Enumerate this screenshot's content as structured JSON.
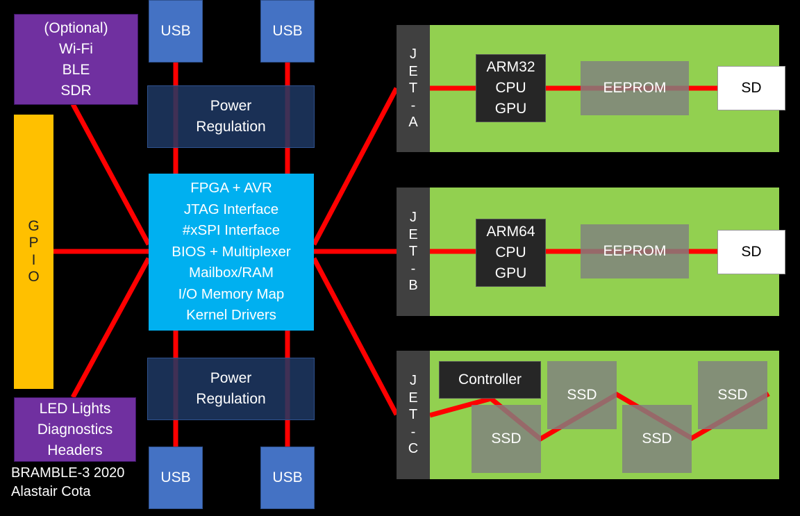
{
  "colors": {
    "background": "#000000",
    "link_line": "#ff0000",
    "purple": "#7030a0",
    "usb": "#4472c4",
    "power_regulation": "#1f3864",
    "fpga": "#00b0f0",
    "gpio": "#ffc000",
    "jet_board": "#92d050",
    "jet_header": "#404040",
    "chip": "#262626",
    "storage": "#808080"
  },
  "wireless": [
    "(Optional)",
    "Wi-Fi",
    "BLE",
    "SDR"
  ],
  "gpio": [
    "G",
    "P",
    "I",
    "O"
  ],
  "led": [
    "LED Lights",
    "Diagnostics",
    "Headers"
  ],
  "credit": [
    "BRAMBLE-3 2020",
    "Alastair Cota"
  ],
  "usb_label": "USB",
  "power": [
    "Power",
    "Regulation"
  ],
  "fpga": [
    "FPGA + AVR",
    "JTAG Interface",
    "#xSPI Interface",
    "BIOS + Multiplexer",
    "Mailbox/RAM",
    "I/O Memory Map",
    "Kernel Drivers"
  ],
  "jets": [
    {
      "header": [
        "J",
        "E",
        "T",
        "-",
        "A"
      ],
      "processor": [
        "ARM32",
        "CPU",
        "GPU"
      ],
      "eeprom": "EEPROM",
      "sd": "SD"
    },
    {
      "header": [
        "J",
        "E",
        "T",
        "-",
        "B"
      ],
      "processor": [
        "ARM64",
        "CPU",
        "GPU"
      ],
      "eeprom": "EEPROM",
      "sd": "SD"
    },
    {
      "header": [
        "J",
        "E",
        "T",
        "-",
        "C"
      ],
      "controller": "Controller",
      "ssd": [
        "SSD",
        "SSD",
        "SSD",
        "SSD"
      ]
    }
  ]
}
